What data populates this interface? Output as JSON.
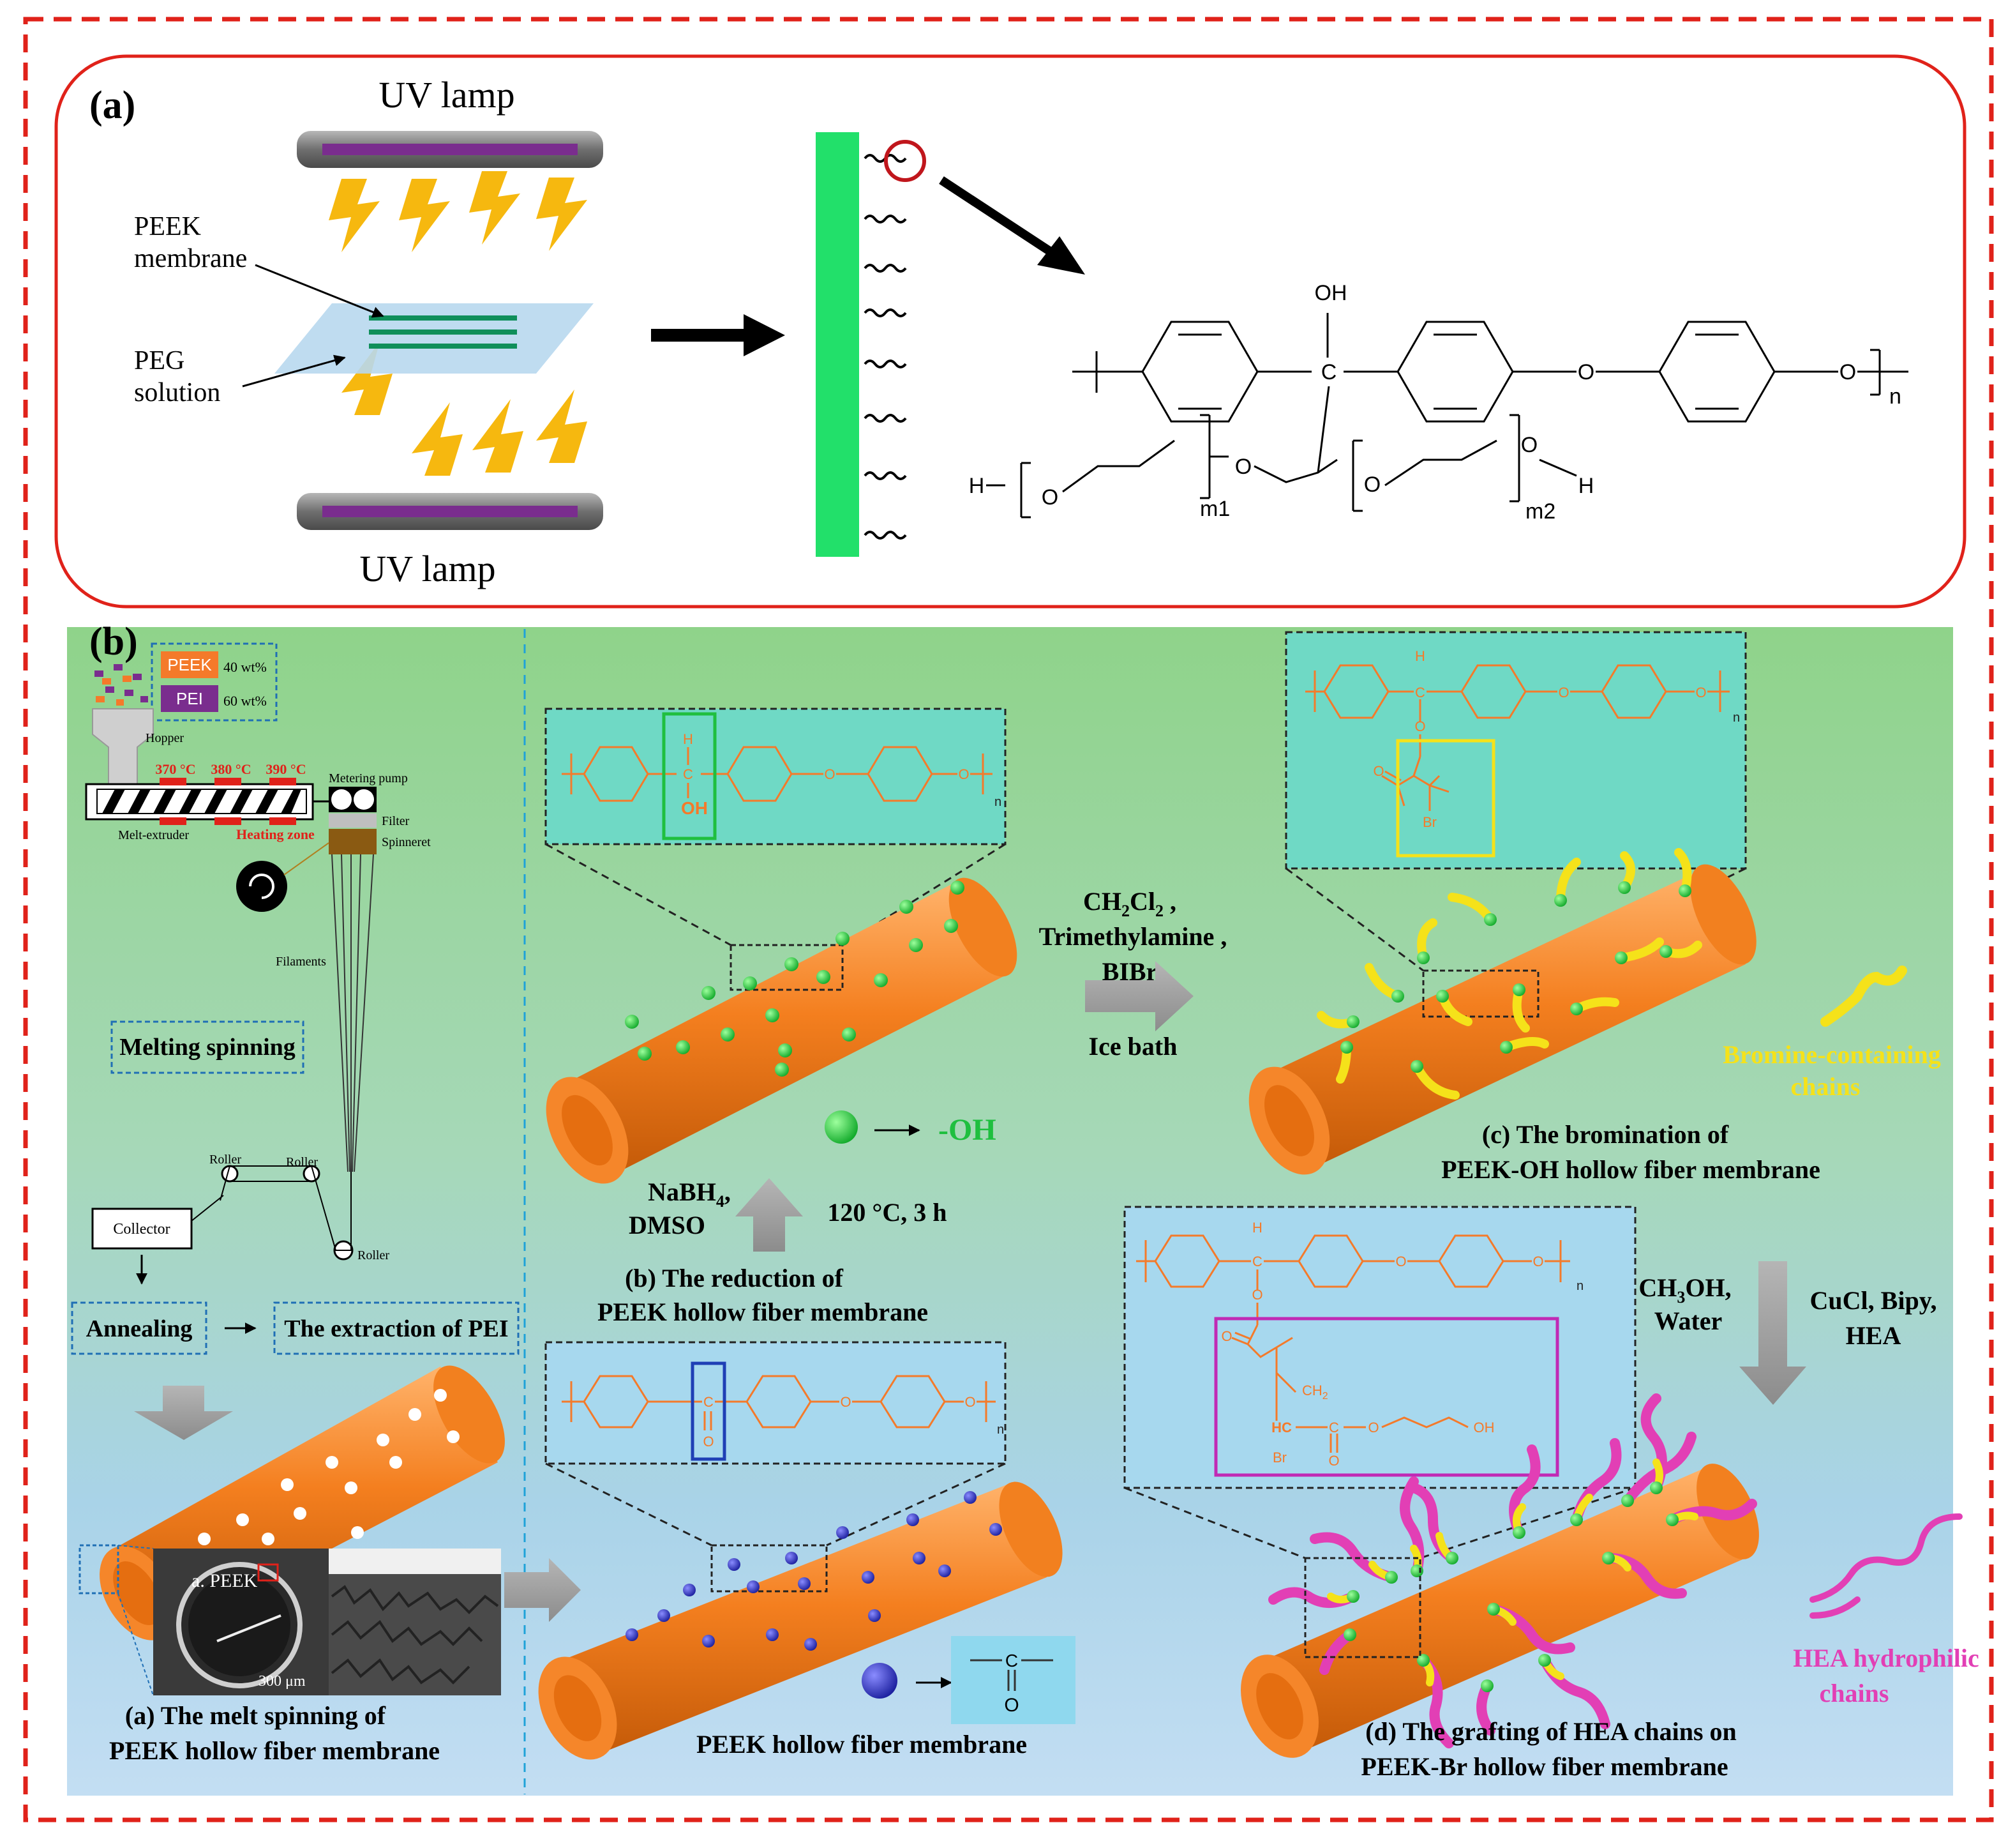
{
  "panel_a": {
    "label": "(a)",
    "uv_top": "UV lamp",
    "uv_bottom": "UV lamp",
    "peek_membrane": [
      "PEEK",
      "membrane"
    ],
    "peg_solution": [
      "PEG",
      "solution"
    ],
    "chem": {
      "oh": "OH",
      "c": "C",
      "o1": "O",
      "o2": "O",
      "n": "n",
      "h_left": "H",
      "o_left": "O",
      "m1": "m1",
      "o_mid": "O",
      "o_right": "O",
      "m2": "m2",
      "o_end": "O",
      "h_right": "H"
    }
  },
  "panel_b": {
    "label": "(b)",
    "legend": [
      {
        "name": "PEEK",
        "value": "40 wt%",
        "color": "#f47a2a"
      },
      {
        "name": "PEI",
        "value": "60 wt%",
        "color": "#7a2d8e"
      }
    ],
    "hopper": "Hopper",
    "temps": [
      "370 °C",
      "380 °C",
      "390 °C"
    ],
    "metering_pump": "Metering pump",
    "filter": "Filter",
    "spinneret": "Spinneret",
    "melt_extruder": "Melt-extruder",
    "heating_zone": "Heating zone",
    "filaments": "Filaments",
    "melting_spinning": "Melting spinning",
    "roller": "Roller",
    "collector": "Collector",
    "annealing": "Annealing",
    "extraction": "The extraction of PEI",
    "sem_label": "a. PEEK",
    "scale": "300 μm",
    "caption_a": [
      "(a)  The melt spinning of",
      "PEEK hollow fiber membrane"
    ],
    "caption_plain": "PEEK hollow fiber membrane",
    "reagent_nabh4": [
      "NaBH",
      "DMSO"
    ],
    "cond_reduction": "120 °C, 3 h",
    "caption_b": [
      "(b) The reduction of",
      "PEEK hollow fiber membrane"
    ],
    "oh_legend": "-OH",
    "reagents_bromination": [
      "CH",
      "Trimethylamine ,",
      "BIBr",
      "Ice bath"
    ],
    "bromine_chains": [
      "Bromine-containing",
      "chains"
    ],
    "caption_c": [
      "(c) The bromination of",
      "PEEK-OH hollow fiber membrane"
    ],
    "reagents_grafting": [
      "CH",
      "Water",
      "CuCl, Bipy,",
      "HEA"
    ],
    "hea_chains": [
      "HEA hydrophilic",
      "chains"
    ],
    "caption_d": [
      "(d) The grafting of HEA chains on",
      "PEEK-Br hollow fiber membrane"
    ],
    "chem": {
      "o": "O",
      "c": "C",
      "h": "H",
      "oh": "OH",
      "br": "Br",
      "n": "n",
      "ch2": "CH",
      "hc": "HC",
      "co": "C",
      "carbonyl_o": "O"
    }
  },
  "colors": {
    "border_red": "#e0221a",
    "tube_orange": "#f2801f",
    "green_dot": "#1fbf3f",
    "blue_dot": "#2a2fb5",
    "yellow_chain": "#f5e21a",
    "pink_chain": "#e23fb5",
    "membrane_green": "#22e06a"
  }
}
